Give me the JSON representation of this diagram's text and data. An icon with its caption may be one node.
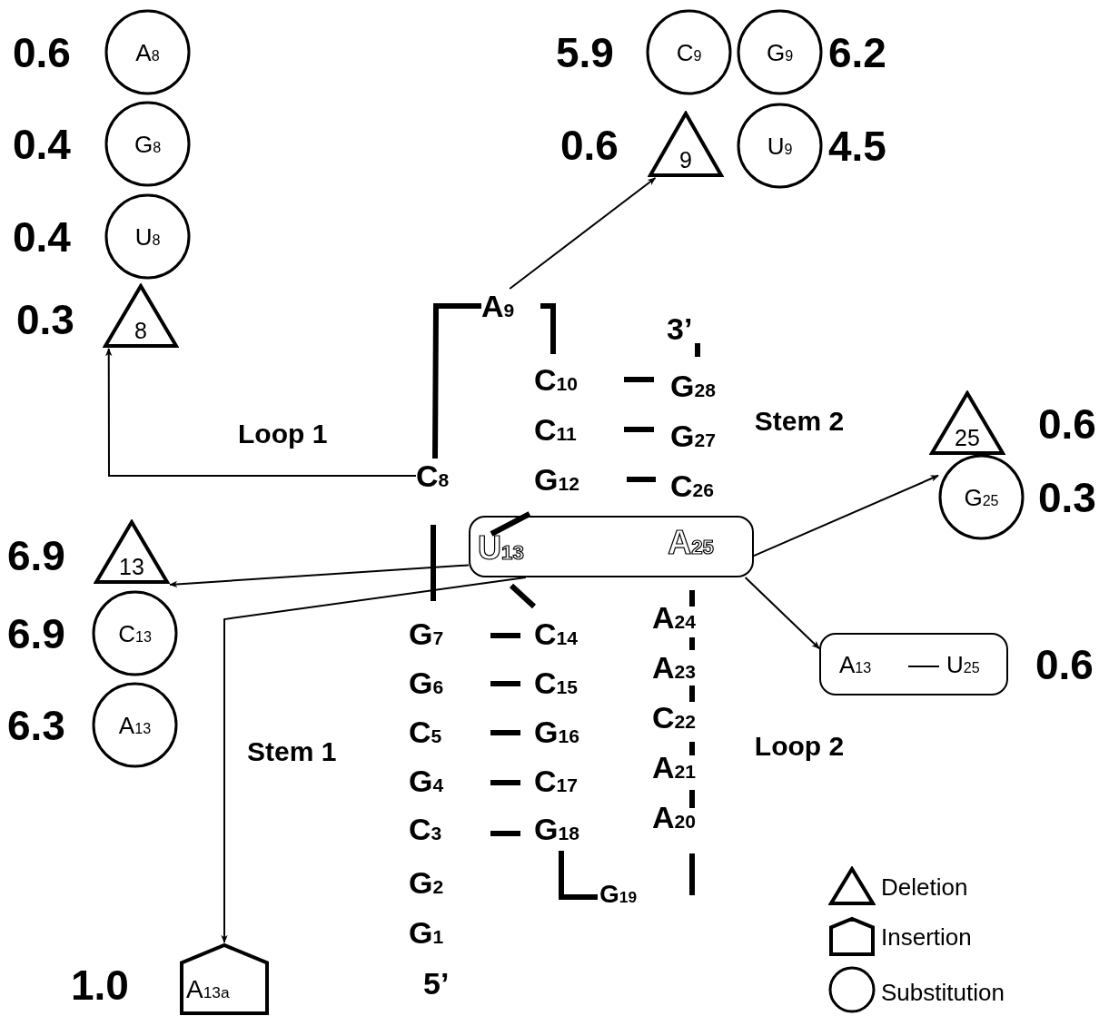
{
  "diagram": {
    "nodes": [
      {
        "text": [
          "A$_{8}$"
        ],
        "beside": [
          "0.6"
        ]
      },
      {
        "text": [
          "G$_{8}$"
        ],
        "beside": [
          "0.4"
        ]
      },
      {
        "text": [
          "U$_{8}$"
        ],
        "beside": [
          "0.4"
        ]
      },
      {
        "text": [
          "8"
        ],
        "beside": [
          "0.3"
        ]
      },
      {
        "text": [
          "C$_{9}$"
        ],
        "beside": [
          "5.9"
        ]
      },
      {
        "text": [
          "G$_{9}$"
        ],
        "beside": [
          "6.2"
        ]
      },
      {
        "text": [
          "9"
        ],
        "beside": [
          "0.6"
        ]
      },
      {
        "text": [
          "U$_{9}$"
        ],
        "beside": [
          "4.5"
        ]
      },
      {
        "text": [
          "A$_{9}$"
        ]
      },
      {
        "text": [
          "C$_{8}$"
        ]
      },
      {
        "text": [
          "25"
        ],
        "beside": [
          "0.6"
        ]
      },
      {
        "text": [
          "G$_{25}$"
        ],
        "beside": [
          "0.3"
        ]
      },
      {
        "text": [
          "13"
        ],
        "beside": [
          "6.9"
        ]
      },
      {
        "text": [
          "U$_{13}$",
          "A$_{25}$"
        ]
      },
      {
        "text": [
          "C$_{13}$"
        ],
        "beside": [
          "6.9"
        ]
      },
      {
        "text": [
          "A$_{13}$",
          "U$_{25}$"
        ],
        "beside": [
          "0.6"
        ]
      },
      {
        "text": [
          "A$_{13}$"
        ],
        "beside": [
          "6.3"
        ]
      },
      {
        "text": [
          "A$_{13a}$"
        ],
        "beside": [
          "1.0"
        ]
      }
    ],
    "edges": [
      {
        "from": 8,
        "to": 6,
        "arrow": "to"
      },
      {
        "from": 9,
        "to": 3,
        "arrow": "to"
      },
      {
        "from": 13,
        "to": 12,
        "arrow": "to"
      },
      {
        "from": 13,
        "to": 17,
        "arrow": "to"
      },
      {
        "from": 13,
        "to": 11,
        "arrow": "to"
      },
      {
        "from": 13,
        "to": 15,
        "arrow": "to"
      },
      {
        "from": 9,
        "to": 8,
        "arrow": "none",
        "style": "thick"
      }
    ],
    "labels": [
      "Loop 1",
      "3’",
      "C$_{10}$",
      "G$_{28}$",
      "Stem 2",
      "C$_{11}$",
      "G$_{27}$",
      "G$_{12}$",
      "C$_{26}$",
      "G$_{7}$",
      "C$_{14}$",
      "A$_{24}$",
      "G$_{6}$",
      "C$_{15}$",
      "A$_{23}$",
      "Stem 1",
      "C$_{5}$",
      "G$_{16}$",
      "C$_{22}$",
      "Loop 2",
      "G$_{4}$",
      "C$_{17}$",
      "A$_{21}$",
      "C$_{3}$",
      "G$_{18}$",
      "A$_{20}$",
      "G$_{2}$",
      "G$_{19}$",
      "G$_{1}$",
      "5’"
    ],
    "legend": [
      {
        "text": "Deletion"
      },
      {
        "text": "Insertion"
      },
      {
        "text": "Substitution"
      }
    ]
  }
}
